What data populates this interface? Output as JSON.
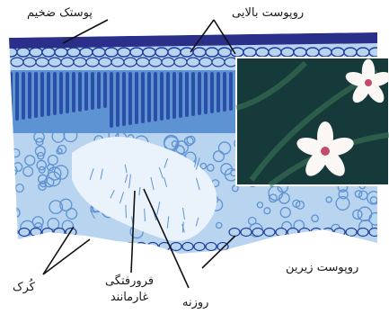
{
  "labels": {
    "thick_cuticle": "پوستک ضخیم",
    "upper_epidermis": "روپوست بالایی",
    "lower_epidermis": "روپوست زیرین",
    "trichome": "کُرک",
    "sunken_crypt": "فرورفتگی غارمانند",
    "stoma": "روزنه"
  },
  "colors": {
    "cuticle": "#2a2f8a",
    "tissue_light": "#b8d4ef",
    "tissue_mid": "#5d92d3",
    "tissue_dark": "#1f3f9c",
    "cavity": "#eaf2fb",
    "photo_bg": "#163a3a",
    "flower": "#fbf7f4",
    "flower_center": "#c24a6b",
    "leader": "#111111"
  }
}
